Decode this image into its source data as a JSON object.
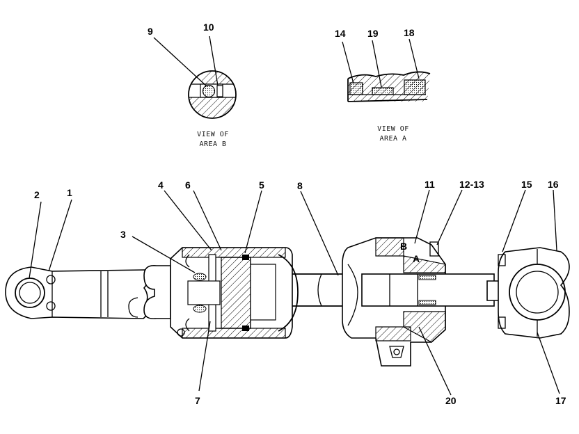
{
  "view_b": {
    "caption_line1": "VIEW OF",
    "caption_line2": "AREA B"
  },
  "view_a": {
    "caption_line1": "VIEW OF",
    "caption_line2": "AREA A"
  },
  "callouts": {
    "c1": "1",
    "c2": "2",
    "c3": "3",
    "c4": "4",
    "c5": "5",
    "c6": "6",
    "c7": "7",
    "c8": "8",
    "c9": "9",
    "c10": "10",
    "c11": "11",
    "c12_13": "12-13",
    "c14": "14",
    "c15": "15",
    "c16": "16",
    "c17": "17",
    "c18": "18",
    "c19": "19",
    "c20": "20"
  },
  "area_marks": {
    "a": "A",
    "b": "B"
  }
}
